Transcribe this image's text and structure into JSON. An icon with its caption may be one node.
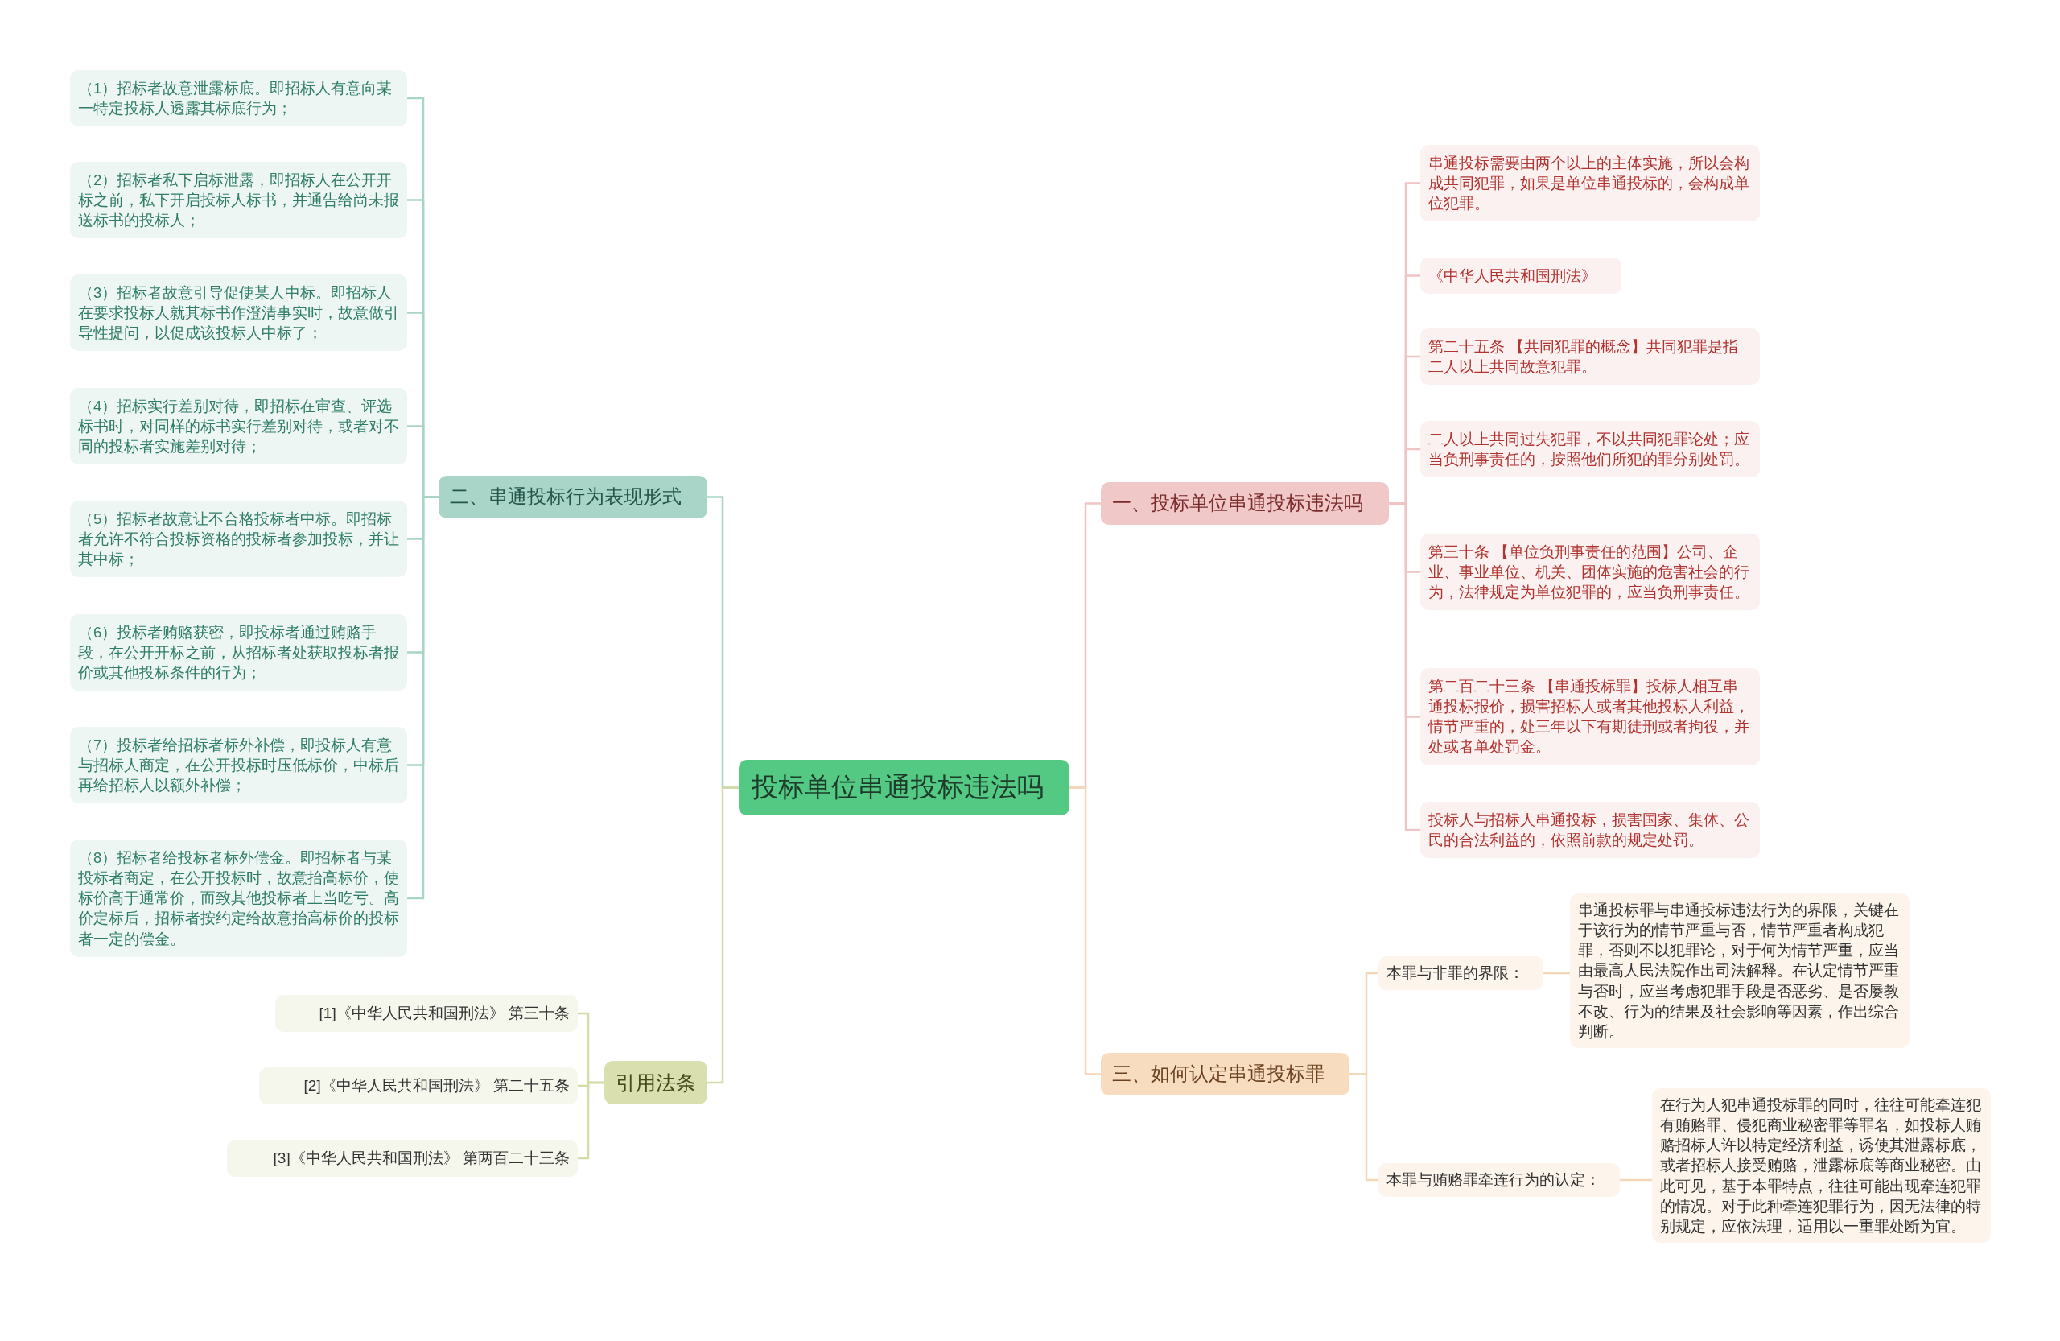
{
  "diagram": {
    "nodes": [
      {
        "text": [
          "投标单位串通投标违法吗"
        ]
      },
      {
        "text": [
          "二、串通投标行为表现形式"
        ]
      },
      {
        "text": [
          "（1）招标者故意泄露标底。即招标人有意向某一特定投标人透露其标底行为；"
        ]
      },
      {
        "text": [
          "（2）招标者私下启标泄露，即招标人在公开开标之前，私下开启投标人标书，并通告给尚未报送标书的投标人；"
        ]
      },
      {
        "text": [
          "（3）招标者故意引导促使某人中标。即招标人在要求投标人就其标书作澄清事实时，故意做引导性提问，以促成该投标人中标了；"
        ]
      },
      {
        "text": [
          "（4）招标实行差别对待，即招标在审查、评选标书时，对同样的标书实行差别对待，或者对不同的投标者实施差别对待；"
        ]
      },
      {
        "text": [
          "（5）招标者故意让不合格投标者中标。即招标者允许不符合投标资格的投标者参加投标，并让其中标；"
        ]
      },
      {
        "text": [
          "（6）投标者贿赂获密，即投标者通过贿赂手段，在公开开标之前，从招标者处获取投标者报价或其他投标条件的行为；"
        ]
      },
      {
        "text": [
          "（7）投标者给招标者标外补偿，即投标人有意与招标人商定，在公开投标时压低标价，中标后再给招标人以额外补偿；"
        ]
      },
      {
        "text": [
          "（8）招标者给投标者标外偿金。即招标者与某投标者商定，在公开投标时，故意抬高标价，使标价高于通常价，而致其他投标者上当吃亏。高价定标后，招标者按约定给故意抬高标价的投标者一定的偿金。"
        ]
      },
      {
        "text": [
          "引用法条"
        ]
      },
      {
        "text": [
          "[1]《中华人民共和国刑法》 第三十条"
        ]
      },
      {
        "text": [
          "[2]《中华人民共和国刑法》 第二十五条"
        ]
      },
      {
        "text": [
          "[3]《中华人民共和国刑法》 第两百二十三条"
        ]
      },
      {
        "text": [
          "一、投标单位串通投标违法吗"
        ]
      },
      {
        "text": [
          "串通投标需要由两个以上的主体实施，所以会构成共同犯罪，如果是单位串通投标的，会构成单位犯罪。"
        ]
      },
      {
        "text": [
          "《中华人民共和国刑法》"
        ]
      },
      {
        "text": [
          "第二十五条 【共同犯罪的概念】共同犯罪是指二人以上共同故意犯罪。"
        ]
      },
      {
        "text": [
          "二人以上共同过失犯罪，不以共同犯罪论处；应当负刑事责任的，按照他们所犯的罪分别处罚。"
        ]
      },
      {
        "text": [
          "第三十条 【单位负刑事责任的范围】公司、企业、事业单位、机关、团体实施的危害社会的行为，法律规定为单位犯罪的，应当负刑事责任。"
        ]
      },
      {
        "text": [
          "第二百二十三条 【串通投标罪】投标人相互串通投标报价，损害招标人或者其他投标人利益，情节严重的，处三年以下有期徒刑或者拘役，并处或者单处罚金。"
        ]
      },
      {
        "text": [
          "投标人与招标人串通投标，损害国家、集体、公民的合法利益的，依照前款的规定处罚。"
        ]
      },
      {
        "text": [
          "三、如何认定串通投标罪"
        ]
      },
      {
        "text": [
          "本罪与非罪的界限："
        ]
      },
      {
        "text": [
          "串通投标罪与串通投标违法行为的界限，关键在于该行为的情节严重与否，情节严重者构成犯罪，否则不以犯罪论，对于何为情节严重，应当由最高人民法院作出司法解释。在认定情节严重与否时，应当考虑犯罪手段是否恶劣、是否屡教不改、行为的结果及社会影响等因素，作出综合判断。"
        ]
      },
      {
        "text": [
          "本罪与贿赂罪牵连行为的认定："
        ]
      },
      {
        "text": [
          "在行为人犯串通投标罪的同时，往往可能牵连犯有贿赂罪、侵犯商业秘密罪等罪名，如投标人贿赂招标人许以特定经济利益，诱使其泄露标底，或者招标人接受贿赂，泄露标底等商业秘密。由此可见，基于本罪特点，往往可能出现牵连犯罪的情况。对于此种牵连犯罪行为，因无法律的特别规定，应依法理，适用以一重罪处断为宜。"
        ]
      }
    ],
    "edges": [
      {
        "from": 0,
        "to": 1,
        "arrow": "none"
      },
      {
        "from": 1,
        "to": 2,
        "arrow": "none"
      },
      {
        "from": 1,
        "to": 3,
        "arrow": "none"
      },
      {
        "from": 1,
        "to": 4,
        "arrow": "none"
      },
      {
        "from": 1,
        "to": 5,
        "arrow": "none"
      },
      {
        "from": 1,
        "to": 6,
        "arrow": "none"
      },
      {
        "from": 1,
        "to": 7,
        "arrow": "none"
      },
      {
        "from": 1,
        "to": 8,
        "arrow": "none"
      },
      {
        "from": 1,
        "to": 9,
        "arrow": "none"
      },
      {
        "from": 0,
        "to": 10,
        "arrow": "none",
        "color": "#d3dba6"
      },
      {
        "from": 10,
        "to": 11,
        "arrow": "none",
        "color": "#d3dba6"
      },
      {
        "from": 10,
        "to": 12,
        "arrow": "none",
        "color": "#d3dba6"
      },
      {
        "from": 10,
        "to": 13,
        "arrow": "none",
        "color": "#d3dba6"
      },
      {
        "from": 0,
        "to": 14,
        "arrow": "none",
        "color": "#f0c4c4"
      },
      {
        "from": 14,
        "to": 15,
        "arrow": "none",
        "color": "#f0c4c4"
      },
      {
        "from": 14,
        "to": 16,
        "arrow": "none",
        "color": "#f0c4c4"
      },
      {
        "from": 14,
        "to": 17,
        "arrow": "none",
        "color": "#f0c4c4"
      },
      {
        "from": 14,
        "to": 18,
        "arrow": "none",
        "color": "#f0c4c4"
      },
      {
        "from": 14,
        "to": 19,
        "arrow": "none",
        "color": "#f0c4c4"
      },
      {
        "from": 14,
        "to": 20,
        "arrow": "none",
        "color": "#f0c4c4"
      },
      {
        "from": 14,
        "to": 21,
        "arrow": "none",
        "color": "#f0c4c4"
      },
      {
        "from": 0,
        "to": 22,
        "arrow": "none",
        "color": "#f4d6b8"
      },
      {
        "from": 22,
        "to": 23,
        "arrow": "none",
        "color": "#f4d6b8"
      },
      {
        "from": 23,
        "to": 24,
        "arrow": "none",
        "color": "#f4d6b8"
      },
      {
        "from": 22,
        "to": 25,
        "arrow": "none",
        "color": "#f4d6b8"
      },
      {
        "from": 25,
        "to": 26,
        "arrow": "none",
        "color": "#f4d6b8"
      }
    ]
  }
}
